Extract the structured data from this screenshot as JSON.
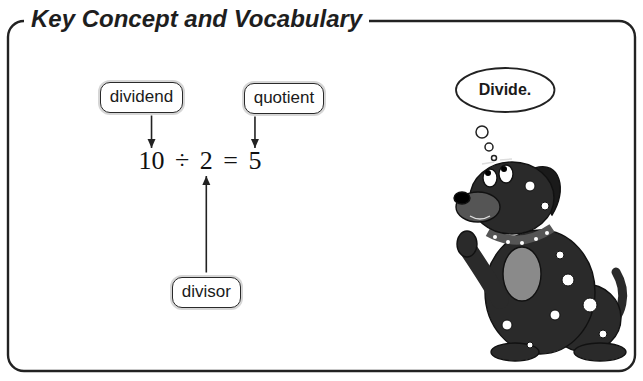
{
  "diagram": {
    "title": "Key Concept and Vocabulary",
    "nodes": [
      {
        "text": [
          "dividend"
        ]
      },
      {
        "text": [
          "quotient"
        ]
      },
      {
        "text": [
          "Divide."
        ]
      },
      {
        "text": [
          "divisor"
        ]
      }
    ],
    "labels": [
      "10 ÷ 2 = 5"
    ]
  }
}
